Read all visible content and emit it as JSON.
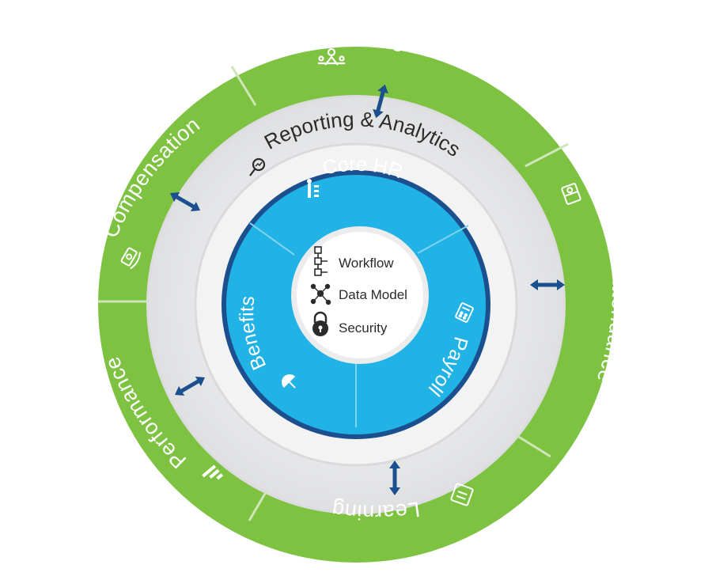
{
  "diagram": {
    "outer_ring": {
      "color": "#7ec242",
      "items": [
        {
          "label": "Recruiting",
          "icon": "recruiting-icon"
        },
        {
          "label": "Time & Attendance",
          "icon": "clock-book-icon"
        },
        {
          "label": "Learning",
          "icon": "learning-icon"
        },
        {
          "label": "Performance",
          "icon": "performance-chart-icon"
        },
        {
          "label": "Compensation",
          "icon": "money-hand-icon"
        }
      ]
    },
    "middle_ring": {
      "label": "Reporting & Analytics",
      "icon": "magnifier-chart-icon",
      "color": "#e6e7e9"
    },
    "inner_ring": {
      "color": "#21b2e6",
      "border_color": "#1c4f8e",
      "items": [
        {
          "label": "Core HR",
          "icon": "org-chart-icon"
        },
        {
          "label": "Payroll",
          "icon": "calculator-icon"
        },
        {
          "label": "Benefits",
          "icon": "umbrella-icon"
        }
      ]
    },
    "center": {
      "items": [
        {
          "label": "Workflow",
          "icon": "workflow-icon"
        },
        {
          "label": "Data Model",
          "icon": "network-icon"
        },
        {
          "label": "Security",
          "icon": "padlock-icon"
        }
      ]
    },
    "connector": {
      "icon": "double-arrow-icon",
      "color": "#1c4f8e"
    }
  }
}
